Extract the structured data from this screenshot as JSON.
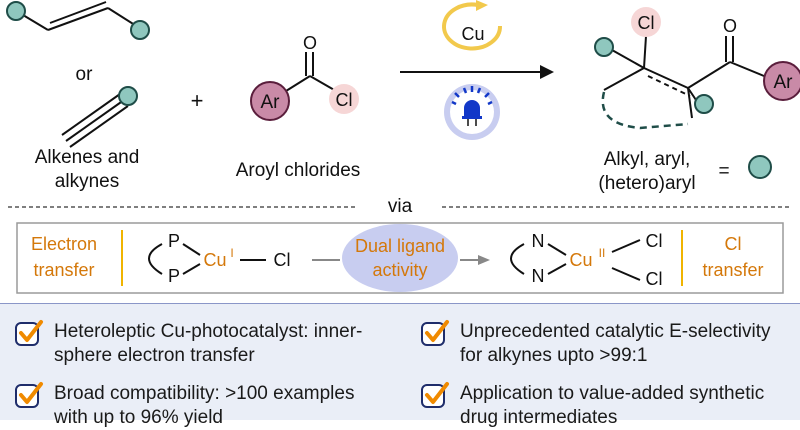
{
  "top": {
    "reactant1_or": "or",
    "reactant1_label_line1": "Alkenes and",
    "reactant1_label_line2": "alkynes",
    "plus": "+",
    "aroyl": {
      "ar": "Ar",
      "o": "O",
      "cl": "Cl"
    },
    "aroyl_label": "Aroyl chlorides",
    "catalyst": "Cu",
    "product": {
      "cl": "Cl",
      "o": "O",
      "ar": "Ar"
    },
    "product_label_line1": "Alkyl, aryl,",
    "product_label_line2": "(hetero)aryl",
    "equals": "="
  },
  "mechanism": {
    "via": "via",
    "left_label_line1": "Electron",
    "left_label_line2": "transfer",
    "left_complex": {
      "p_top": "P",
      "p_bottom": "P",
      "cu": "Cu",
      "ox": "I",
      "cl": "Cl"
    },
    "middle_line1": "Dual ligand",
    "middle_line2": "activity",
    "right_complex": {
      "n_top": "N",
      "n_bottom": "N",
      "cu": "Cu",
      "ox": "II",
      "cl_top": "Cl",
      "cl_bottom": "Cl"
    },
    "right_label_line1": "Cl",
    "right_label_line2": "transfer"
  },
  "highlights": [
    {
      "line1": "Heteroleptic Cu-photocatalyst: inner-",
      "line2": "sphere electron transfer"
    },
    {
      "line1": "Unprecedented catalytic E-selectivity",
      "line2": "for alkynes upto >99:1"
    },
    {
      "line1": "Broad compatibility: >100 examples",
      "line2": "with up to 96% yield"
    },
    {
      "line1": "Application to value-added synthetic",
      "line2": "drug intermediates"
    }
  ],
  "colors": {
    "teal_fill": "#8fc7be",
    "teal_stroke": "#1f4d48",
    "ar_fill": "#c98aa7",
    "cl_fill": "#f6d6d6",
    "catalyst_ring": "#f2c94c",
    "led_halo": "#c8cdf0",
    "led_blue": "#1238c8",
    "orange_text": "#d4780a",
    "divider": "#f0b400",
    "check_orange": "#f08a00",
    "check_navy": "#1f2d6b"
  }
}
